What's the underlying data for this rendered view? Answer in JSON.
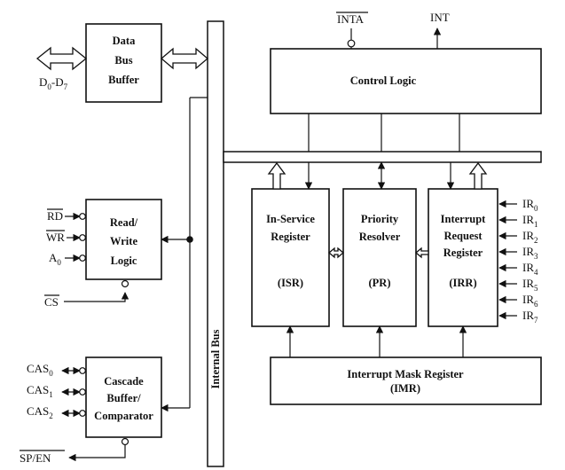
{
  "blocks": {
    "data_bus_buffer": [
      "Data",
      "Bus",
      "Buffer"
    ],
    "control_logic": "Control Logic",
    "read_write_logic": [
      "Read/",
      "Write",
      "Logic"
    ],
    "cascade_buffer": [
      "Cascade",
      "Buffer/",
      "Comparator"
    ],
    "in_service_register": [
      "In-Service",
      "Register",
      "(ISR)"
    ],
    "priority_resolver": [
      "Priority",
      "Resolver",
      "(PR)"
    ],
    "interrupt_request_register": [
      "Interrupt",
      "Request",
      "Register",
      "(IRR)"
    ],
    "interrupt_mask_register": [
      "Interrupt Mask Register",
      "(IMR)"
    ],
    "internal_bus": "Internal Bus"
  },
  "signals": {
    "data_bus": {
      "base": "D",
      "from": "0",
      "sep": "-D",
      "to": "7"
    },
    "inta": "INTA",
    "int": "INT",
    "rd": "RD",
    "wr": "WR",
    "a0": {
      "base": "A",
      "sub": "0"
    },
    "cs": "CS",
    "cas": [
      {
        "base": "CAS",
        "sub": "0"
      },
      {
        "base": "CAS",
        "sub": "1"
      },
      {
        "base": "CAS",
        "sub": "2"
      }
    ],
    "sp_en": "SP/EN",
    "ir": [
      {
        "base": "IR",
        "sub": "0"
      },
      {
        "base": "IR",
        "sub": "1"
      },
      {
        "base": "IR",
        "sub": "2"
      },
      {
        "base": "IR",
        "sub": "3"
      },
      {
        "base": "IR",
        "sub": "4"
      },
      {
        "base": "IR",
        "sub": "5"
      },
      {
        "base": "IR",
        "sub": "6"
      },
      {
        "base": "IR",
        "sub": "7"
      }
    ]
  },
  "colors": {
    "ink": "#111111",
    "paper": "#ffffff"
  }
}
